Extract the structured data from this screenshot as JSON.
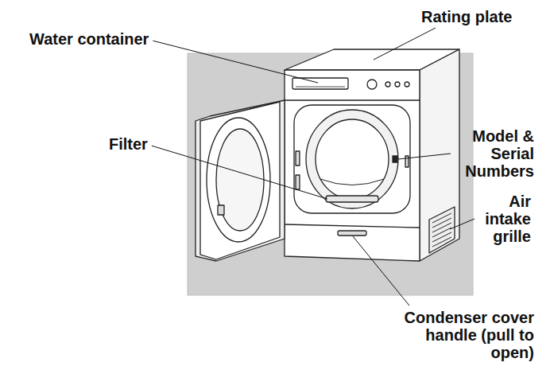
{
  "diagram": {
    "labels": [
      "Water container",
      "Rating plate",
      "Filter",
      "Model & Serial Numbers",
      "Air intake grille",
      "Condenser cover handle (pull to open)"
    ]
  }
}
